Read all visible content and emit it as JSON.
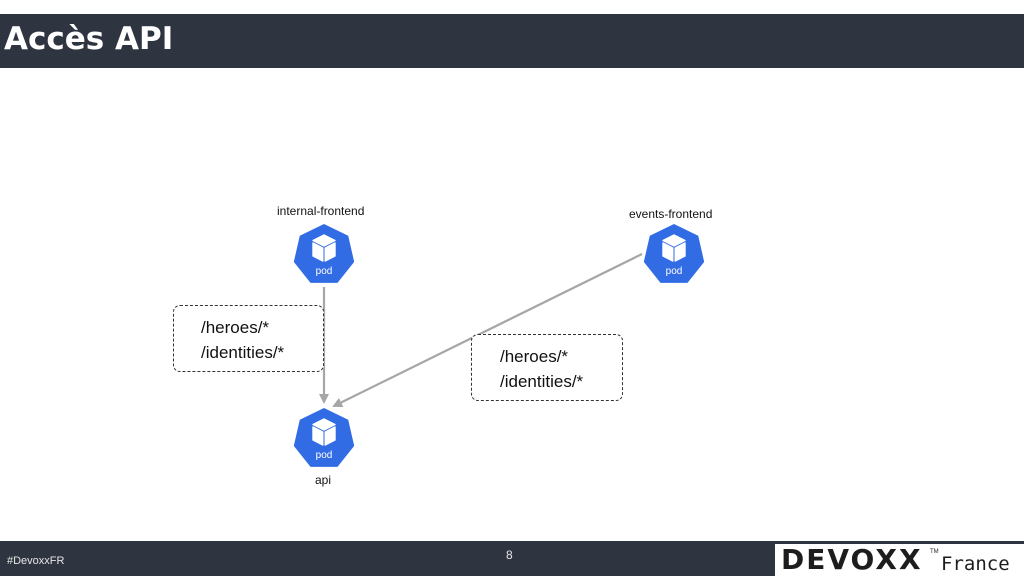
{
  "slide": {
    "title": "Accès API",
    "page_number": "8",
    "hashtag": "#DevoxxFR"
  },
  "logo": {
    "brand": "DEVOXX",
    "trademark": "TM",
    "region": "France"
  },
  "diagram": {
    "nodes": [
      {
        "id": "internal-frontend",
        "label": "internal-frontend",
        "icon_text": "pod"
      },
      {
        "id": "events-frontend",
        "label": "events-frontend",
        "icon_text": "pod"
      },
      {
        "id": "api",
        "label": "api",
        "icon_text": "pod"
      }
    ],
    "edges": [
      {
        "from": "internal-frontend",
        "to": "api",
        "routes": [
          "/heroes/*",
          "/identities/*"
        ]
      },
      {
        "from": "events-frontend",
        "to": "api",
        "routes": [
          "/heroes/*",
          "/identities/*"
        ]
      }
    ]
  },
  "colors": {
    "header_bg": "#2f3540",
    "pod_blue": "#326ce5",
    "arrow_gray": "#a6a6a6"
  }
}
